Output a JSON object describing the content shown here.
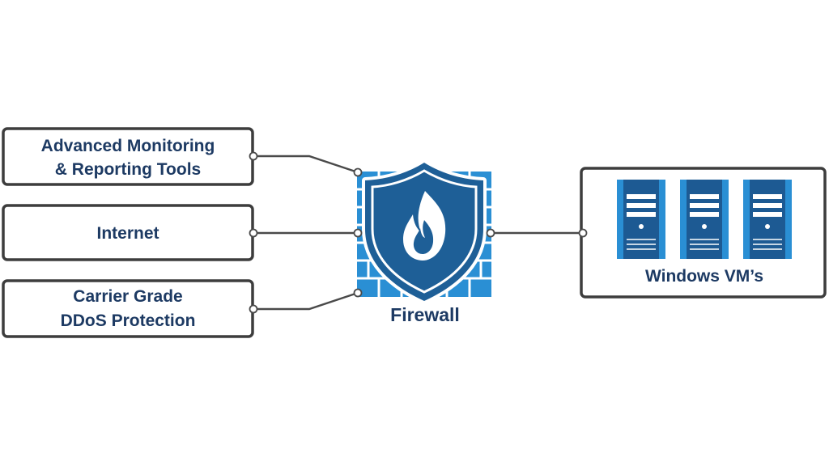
{
  "sources": [
    {
      "lines": [
        "Advanced Monitoring",
        "& Reporting Tools"
      ]
    },
    {
      "lines": [
        "Internet"
      ]
    },
    {
      "lines": [
        "Carrier Grade",
        "DDoS Protection"
      ]
    }
  ],
  "firewall": {
    "label": "Firewall",
    "icon": "shield-flame-icon"
  },
  "destination": {
    "label": "Windows VM’s",
    "server_count": 3,
    "icon": "server-icon"
  },
  "colors": {
    "box_border": "#3d3d3d",
    "text": "#1d3a63",
    "accent_blue": "#2a8fd4",
    "dark_blue": "#1d5a93",
    "shield": "#1e5f97",
    "connector": "#4a4a4a"
  }
}
